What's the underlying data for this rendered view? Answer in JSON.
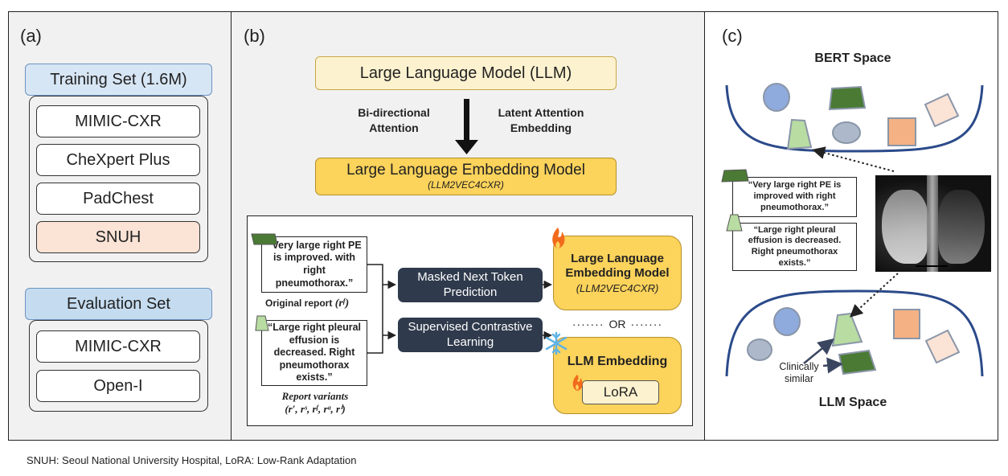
{
  "panel_a": {
    "label": "(a)",
    "training_header": "Training Set (1.6M)",
    "training_items": [
      "MIMIC-CXR",
      "CheXpert Plus",
      "PadChest",
      "SNUH"
    ],
    "evaluation_header": "Evaluation Set",
    "evaluation_items": [
      "MIMIC-CXR",
      "Open-I"
    ]
  },
  "panel_b": {
    "label": "(b)",
    "llm": "Large Language Model (LLM)",
    "bidirectional": "Bi-directional\nAttention",
    "latent": "Latent Attention\nEmbedding",
    "lle_title": "Large Language Embedding Model",
    "lle_sub": "(LLM2VEC4CXR)",
    "report1": "“Very large right PE is improved. with right pneumothorax.”",
    "original_report": "Original report",
    "original_report_sym": "(rᶠ)",
    "report2": "“Large right pleural effusion is decreased. Right pneumothorax exists.”",
    "variants_label": "Report variants",
    "variants_sym": "(r′, rˢ, rᶠ, rᵃ, rⁱ)",
    "masked": "Masked Next Token Prediction",
    "supervised": "Supervised Contrastive Learning",
    "lle2_title": "Large Language Embedding Model",
    "lle2_sub": "(LLM2VEC4CXR)",
    "or": "OR",
    "llm_embedding": "LLM Embedding",
    "lora": "LoRA"
  },
  "panel_c": {
    "label": "(c)",
    "bert_space": "BERT Space",
    "llm_space": "LLM Space",
    "report1": "“Very large right PE is improved with right pneumothorax.”",
    "report2": "“Large right pleural effusion is decreased. Right pneumothorax exists.”",
    "clinically_similar": "Clinically\nsimilar"
  },
  "footnote": "SNUH: Seoul National University Hospital, LoRA: Low-Rank Adaptation",
  "colors": {
    "panel_bg": "#f1f1f1",
    "blue_header": "#d7e6f5",
    "snuh": "#fbe3d6",
    "llm_light": "#fdf2cf",
    "lle_gold": "#fcd35b",
    "dark_box": "#2f3a4c",
    "space_curve": "#2b4a8a",
    "shape_blue": "#8faadc",
    "shape_green_dark": "#4a7a34",
    "shape_green_light": "#b8dca2",
    "shape_orange": "#f4b183",
    "shape_peach": "#fbe3d6",
    "shape_gray": "#adb9ca"
  }
}
